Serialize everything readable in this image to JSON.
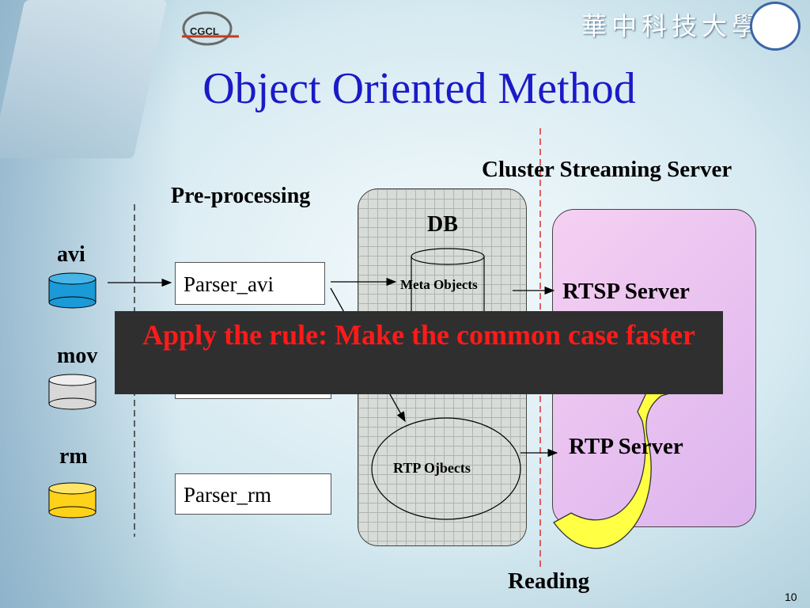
{
  "slide": {
    "title": "Object Oriented Method",
    "logo_text": "CGCL",
    "university": "華中科技大學",
    "page_number": "10"
  },
  "diagram": {
    "preprocessing_label": "Pre-processing",
    "cluster_label": "Cluster Streaming Server",
    "db_label": "DB",
    "sources": [
      {
        "label": "avi",
        "color": "#1a9ad6"
      },
      {
        "label": "mov",
        "color": "#d8d8d8"
      },
      {
        "label": "rm",
        "color": "#ffd21a"
      }
    ],
    "parsers": [
      "Parser_avi",
      "Parser_rm"
    ],
    "meta_objects": "Meta Objects",
    "rtp_objects": "RTP Ojbects",
    "rtsp_server": "RTSP Server",
    "rtp_server": "RTP Server",
    "reading_label": "Reading",
    "banner_text": "Apply the rule: Make the common case faster"
  }
}
